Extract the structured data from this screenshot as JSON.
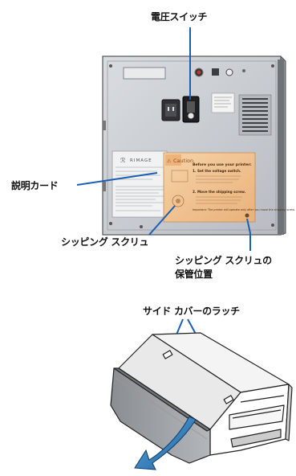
{
  "labels": {
    "power_switch": "電圧スイッチ",
    "instruction_card": "説明カード",
    "shipping_screw": "シッピング スクリュ",
    "shipping_screw_storage_line1": "シッピング スクリュの",
    "shipping_screw_storage_line2": "保管位置",
    "side_cover_latch": "サイド カバーのラッチ"
  },
  "card": {
    "caution_title": "Caution",
    "heading": "Before you use your printer:",
    "step1_title": "1. Set the voltage switch.",
    "step2_title": "2. Move the shipping screw.",
    "important_note": "Important: The printer will operate only after you move the shipping screw."
  },
  "label_sticker": {
    "brand": "RIMAGE"
  },
  "colors": {
    "leader_line": "#1a5fb4",
    "panel": "#c9cdd2",
    "card": "#f2c79a",
    "arrow": "#2d7fc0"
  }
}
